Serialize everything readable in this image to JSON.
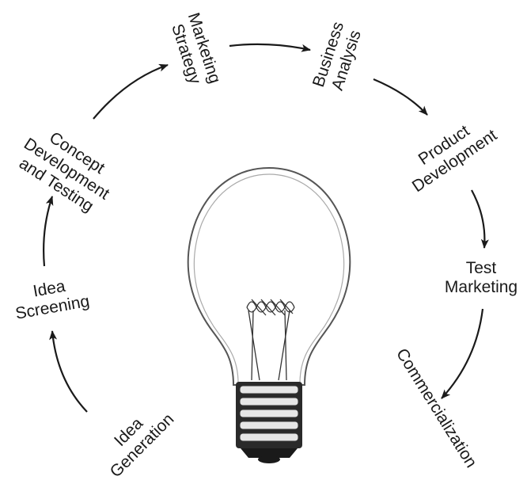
{
  "stages": {
    "idea_generation": [
      "Idea",
      "Generation"
    ],
    "idea_screening": [
      "Idea",
      "Screening"
    ],
    "concept_development": [
      "Concept",
      "Development",
      "and Testing"
    ],
    "marketing_strategy": [
      "Marketing",
      "Strategy"
    ],
    "business_analysis": [
      "Business",
      "Analysis"
    ],
    "product_development": [
      "Product",
      "Development"
    ],
    "test_marketing": [
      "Test",
      "Marketing"
    ],
    "commercialization": [
      "Commercialization"
    ]
  },
  "colors": {
    "ink": "#1a1a1a",
    "bulb_outline": "#555555",
    "base_dark": "#2a2a2a",
    "base_light": "#e6e6e6",
    "bulb_fill": "#ffffff"
  },
  "icons": {
    "center": "lightbulb-icon",
    "cycle_arrow": "arrow-icon"
  }
}
